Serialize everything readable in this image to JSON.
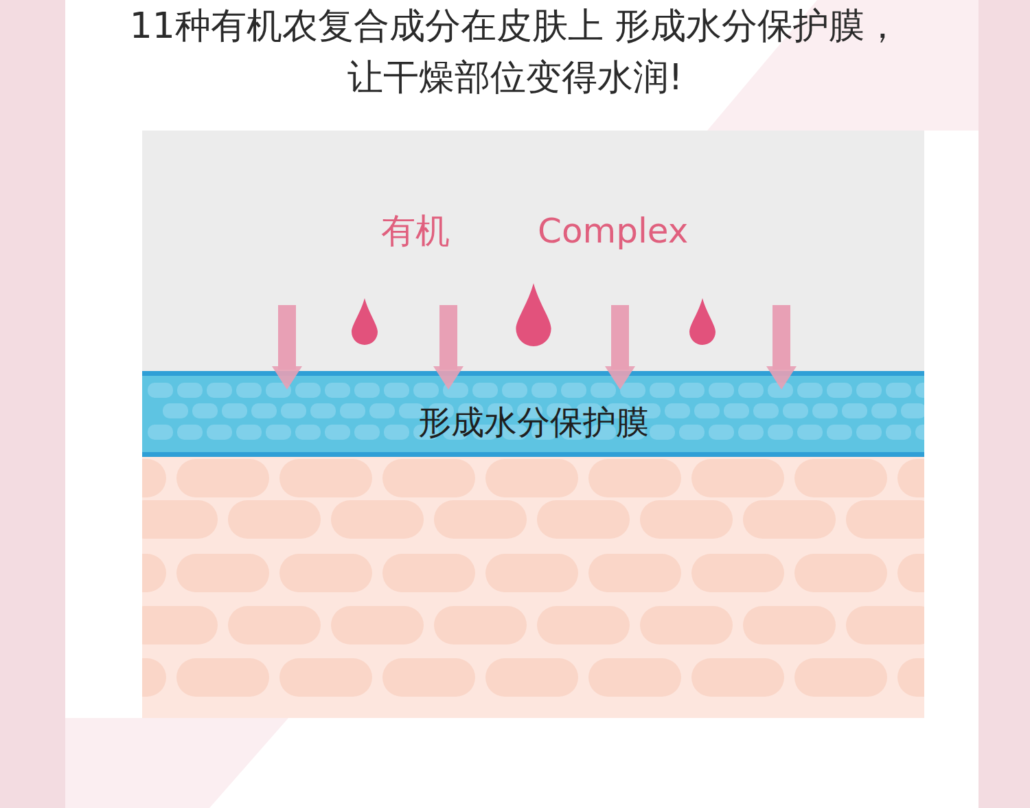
{
  "diagram": {
    "title": "11种有机农复合成分在皮肤上 形成水分保护膜，让干燥部位变得水润!",
    "nodes": [
      {
        "text": [
          "形成水分保护膜"
        ]
      }
    ],
    "labels": [
      "有机",
      "Complex"
    ]
  }
}
